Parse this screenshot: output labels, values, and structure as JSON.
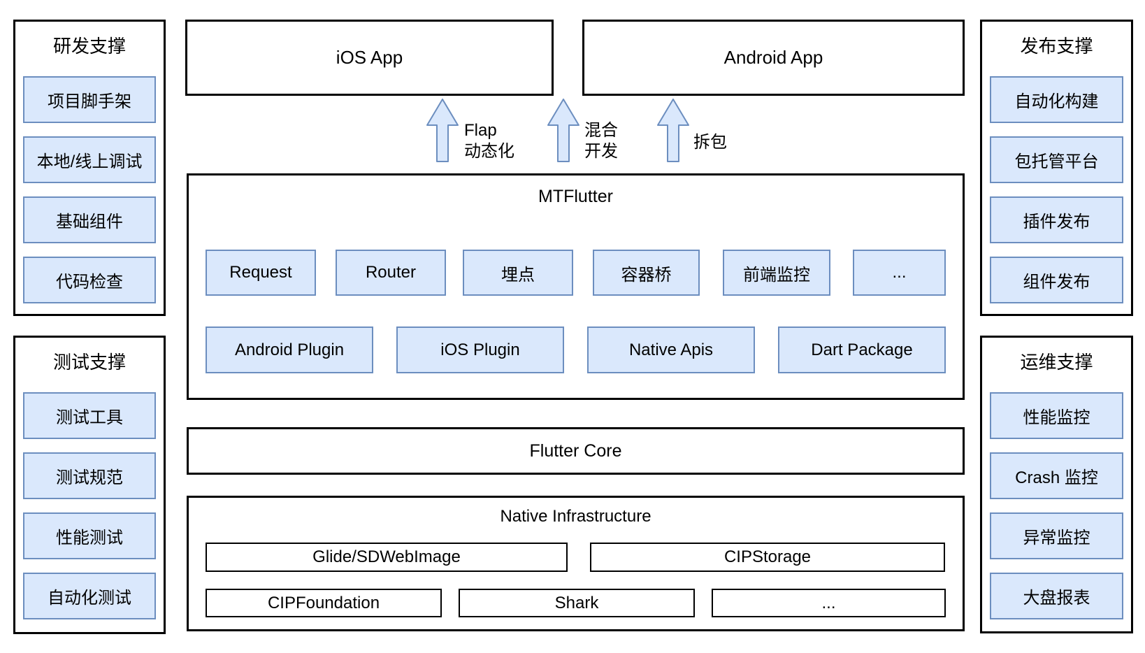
{
  "colors": {
    "blue_fill": "#dae8fc",
    "blue_stroke": "#6c8ebf",
    "outline": "#000000"
  },
  "side_panels": {
    "dev": {
      "title": "研发支撑",
      "items": [
        "项目脚手架",
        "本地/线上调试",
        "基础组件",
        "代码检查"
      ]
    },
    "test": {
      "title": "测试支撑",
      "items": [
        "测试工具",
        "测试规范",
        "性能测试",
        "自动化测试"
      ]
    },
    "release": {
      "title": "发布支撑",
      "items": [
        "自动化构建",
        "包托管平台",
        "插件发布",
        "组件发布"
      ]
    },
    "ops": {
      "title": "运维支撑",
      "items": [
        "性能监控",
        "Crash 监控",
        "异常监控",
        "大盘报表"
      ]
    }
  },
  "apps": {
    "ios": "iOS App",
    "android": "Android App"
  },
  "arrows": [
    {
      "line1": "Flap",
      "line2": "动态化"
    },
    {
      "line1": "混合",
      "line2": "开发"
    },
    {
      "line1": "拆包"
    }
  ],
  "mtflutter": {
    "title": "MTFlutter",
    "modules": [
      "Request",
      "Router",
      "埋点",
      "容器桥",
      "前端监控",
      "..."
    ],
    "platform": [
      "Android Plugin",
      "iOS Plugin",
      "Native Apis",
      "Dart Package"
    ]
  },
  "flutter_core": {
    "title": "Flutter Core"
  },
  "native_infrastructure": {
    "title": "Native Infrastructure",
    "row1": [
      "Glide/SDWebImage",
      "CIPStorage"
    ],
    "row2": [
      "CIPFoundation",
      "Shark",
      "..."
    ]
  }
}
